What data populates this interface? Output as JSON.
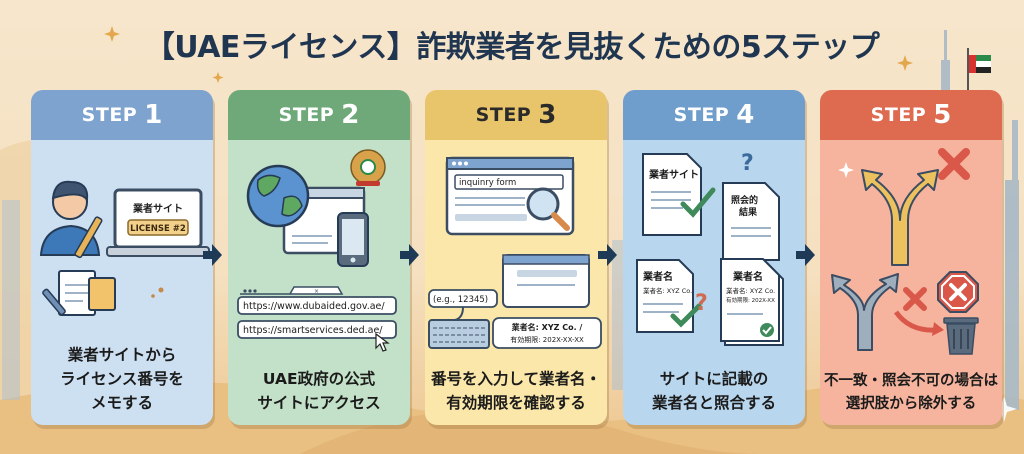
{
  "title": "【UAEライセンス】詐欺業者を見抜くための5ステップ",
  "colors": {
    "step1": "#7ea3cf",
    "step1_body": "#cde0f2",
    "step2": "#6fa97a",
    "step2_body": "#c3e0c8",
    "step3": "#e8c46a",
    "step3_body": "#fbe7a9",
    "step4": "#6f9dcc",
    "step4_body": "#b9d6ef",
    "step5": "#de6a50",
    "step5_body": "#f6b49e",
    "arrow": "#1f3a56"
  },
  "steps": [
    {
      "label": "STEP",
      "number": "1",
      "lines": [
        "業者サイトから",
        "ライセンス番号を",
        "メモする"
      ],
      "art": {
        "laptop_title": "業者サイト",
        "license": "LICENSE #2"
      }
    },
    {
      "label": "STEP",
      "number": "2",
      "lines": [
        "UAE政府の公式",
        "サイトにアクセス"
      ],
      "art": {
        "url1": "https://www.dubaided.gov.ae/",
        "url2": "https://smartservices.ded.ae/",
        "tab_close": "×"
      }
    },
    {
      "label": "STEP",
      "number": "3",
      "lines": [
        "番号を入力して業者名・",
        "有効期限を確認する"
      ],
      "art": {
        "form_field": "inquinry form",
        "example": "(e.g., 12345)",
        "result_line1": "業者名: XYZ Co. /",
        "result_line2": "有効期限: 202X-XX-XX"
      }
    },
    {
      "label": "STEP",
      "number": "4",
      "lines": [
        "サイトに記載の",
        "業者名と照合する"
      ],
      "art": {
        "doc1": "業者サイト",
        "doc2_l1": "照会的",
        "doc2_l2": "結果",
        "doc3_title": "業者名",
        "doc3_line": "業者名: XYZ Co.",
        "doc4_title": "業者名",
        "doc4_line1": "業者名: XYZ Co.",
        "doc4_line2": "有効期限: 202X-XX",
        "question": "?"
      }
    },
    {
      "label": "STEP",
      "number": "5",
      "lines": [
        "不一致・照会不可の場合は",
        "選択肢から除外する"
      ],
      "art": {}
    }
  ]
}
